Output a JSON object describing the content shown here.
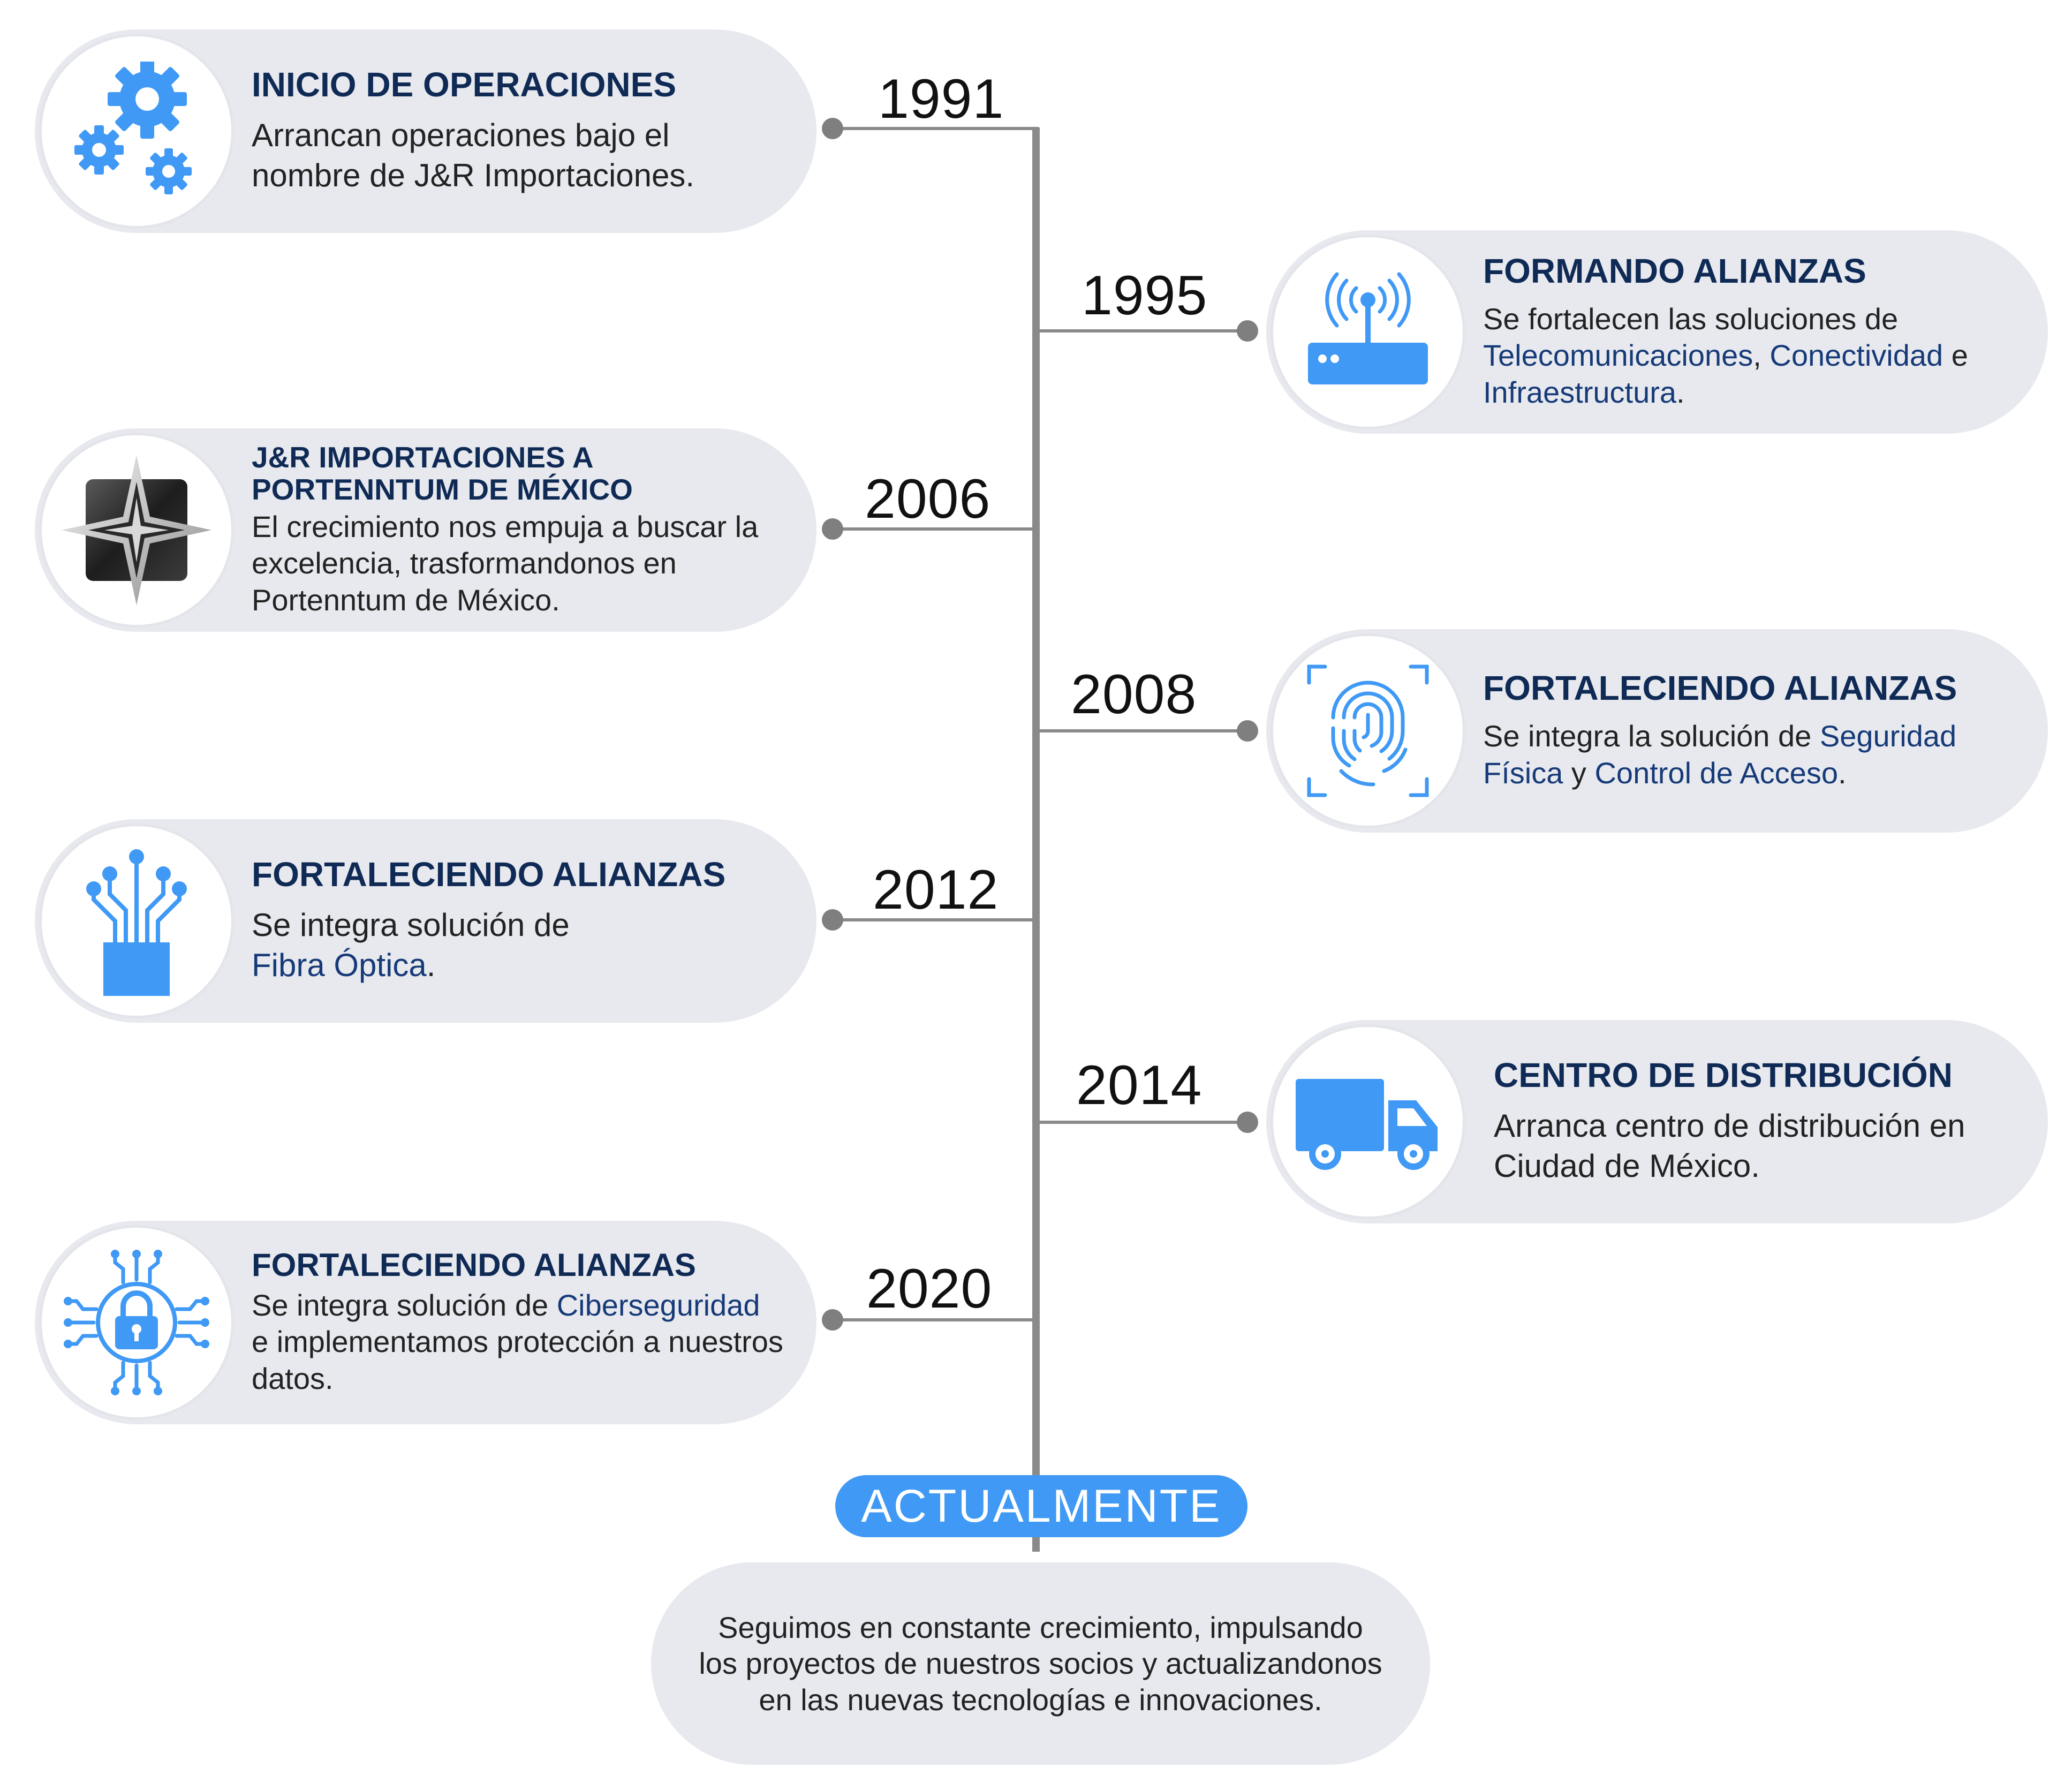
{
  "timeline": [
    {
      "year": "1991",
      "icon": "gears-icon",
      "title": "INICIO DE OPERACIONES",
      "desc_parts": [
        "Arrancan operaciones bajo el nombre de J&R Importaciones."
      ]
    },
    {
      "year": "1995",
      "icon": "wifi-router-icon",
      "title": "FORMANDO ALIANZAS",
      "desc_parts": [
        "Se fortalecen las soluciones de ",
        "Telecomunicaciones",
        ", ",
        "Conectividad",
        " e ",
        "Infraestructura",
        "."
      ]
    },
    {
      "year": "2006",
      "icon": "compass-star-logo-icon",
      "title": "J&R IMPORTACIONES A PORTENNTUM DE MÉXICO",
      "desc_parts": [
        "El crecimiento nos empuja a buscar la excelencia, trasformandonos en Portenntum de México."
      ]
    },
    {
      "year": "2008",
      "icon": "fingerprint-icon",
      "title": "FORTALECIENDO ALIANZAS",
      "desc_parts": [
        "Se integra la solución de ",
        "Seguridad Física",
        " y ",
        "Control de Acceso",
        "."
      ]
    },
    {
      "year": "2012",
      "icon": "fiber-optic-icon",
      "title": "FORTALECIENDO ALIANZAS",
      "desc_parts": [
        "Se integra solución de ",
        "Fibra Óptica",
        "."
      ]
    },
    {
      "year": "2014",
      "icon": "truck-icon",
      "title": "CENTRO DE DISTRIBUCIÓN",
      "desc_parts": [
        "Arranca centro de distribución en Ciudad de México."
      ]
    },
    {
      "year": "2020",
      "icon": "cyber-lock-icon",
      "title": "FORTALECIENDO ALIANZAS",
      "desc_parts": [
        "Se integra solución de ",
        "Ciberseguridad",
        " e implementamos protección a nuestros datos."
      ]
    }
  ],
  "current": {
    "label": "ACTUALMENTE",
    "text": "Seguimos en constante crecimiento, impulsando los proyectos de nuestros socios y actualizandonos en las nuevas tecnologías e innovaciones."
  },
  "colors": {
    "icon_blue": "#3f99f5",
    "title_navy": "#0f2a55",
    "highlight_navy": "#163a78",
    "card_bg": "#e7e9ee",
    "line_gray": "#8a8a8a"
  }
}
